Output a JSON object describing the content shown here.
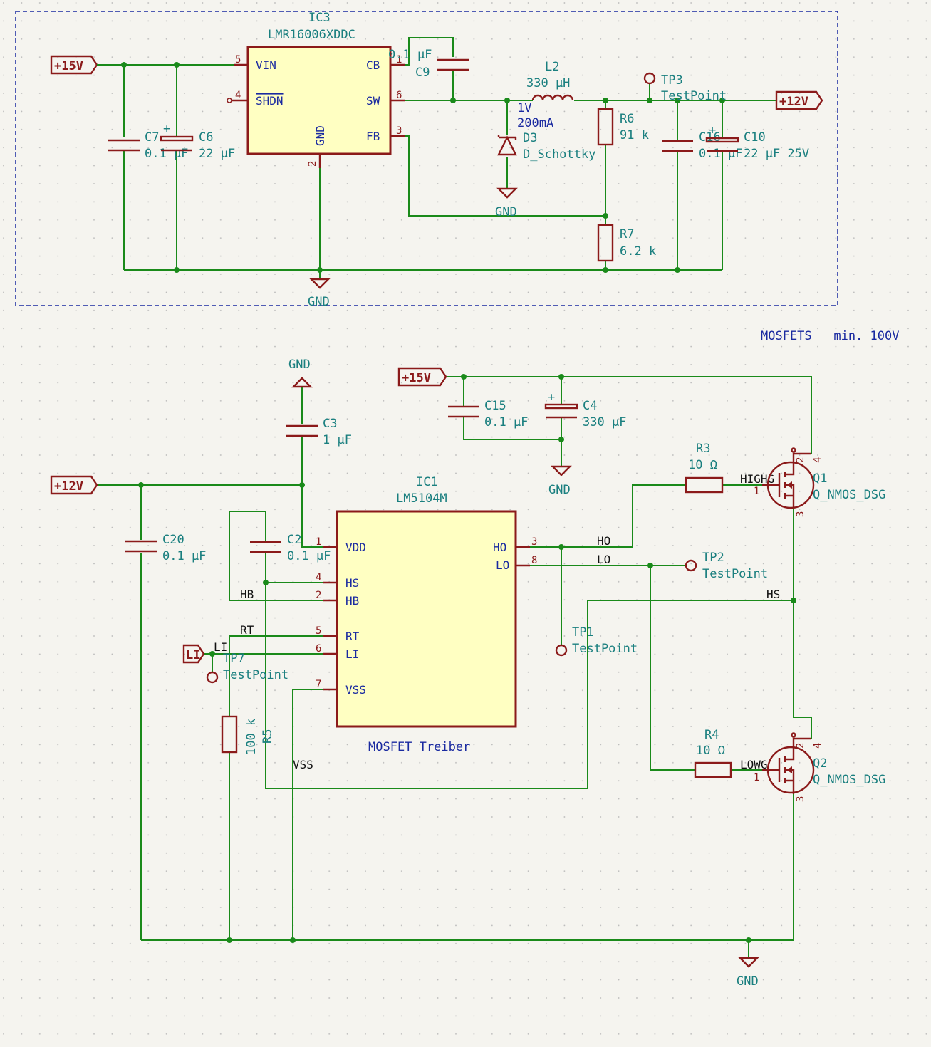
{
  "notes": {
    "mosfets": "MOSFETS   min. 100V",
    "driver": "MOSFET Treiber",
    "diode_rating": "1V",
    "diode_current": "200mA"
  },
  "power": {
    "p15_top": "+15V",
    "p12_out": "+12V",
    "p15_bot": "+15V",
    "p12_in": "+12V",
    "li": "LI"
  },
  "gnd": {
    "main": "GND",
    "diode": "GND",
    "c3": "GND",
    "c4": "GND",
    "bottom": "GND"
  },
  "ic3": {
    "ref": "IC3",
    "value": "LMR16006XDDC",
    "pins": {
      "vin": "VIN",
      "shdn": "SHDN",
      "gnd": "GND",
      "cb": "CB",
      "sw": "SW",
      "fb": "FB"
    },
    "pin_numbers": {
      "vin": "5",
      "shdn": "4",
      "gnd": "2",
      "cb": "1",
      "sw": "6",
      "fb": "3"
    }
  },
  "ic1": {
    "ref": "IC1",
    "value": "LM5104M",
    "pins": {
      "vdd": "VDD",
      "hs": "HS",
      "hb": "HB",
      "rt": "RT",
      "li": "LI",
      "vss": "VSS",
      "ho": "HO",
      "lo": "LO"
    },
    "pin_numbers": {
      "vdd": "1",
      "hs": "4",
      "hb": "2",
      "rt": "5",
      "li": "6",
      "vss": "7",
      "ho": "3",
      "lo": "8"
    }
  },
  "parts": {
    "c7": {
      "ref": "C7",
      "value": "0.1 µF"
    },
    "c6": {
      "ref": "C6",
      "value": "22 µF"
    },
    "c9": {
      "ref": "C9",
      "value": "0.1 µF"
    },
    "l2": {
      "ref": "L2",
      "value": "330 µH"
    },
    "d3": {
      "ref": "D3",
      "value": "D_Schottky"
    },
    "r6": {
      "ref": "R6",
      "value": "91 k"
    },
    "r7": {
      "ref": "R7",
      "value": "6.2 k"
    },
    "tp3": {
      "ref": "TP3",
      "value": "TestPoint"
    },
    "c16": {
      "ref": "C16",
      "value": "0.1 µF"
    },
    "c10": {
      "ref": "C10",
      "value": "22 µF 25V"
    },
    "c3": {
      "ref": "C3",
      "value": "1 µF"
    },
    "c15": {
      "ref": "C15",
      "value": "0.1 µF"
    },
    "c4": {
      "ref": "C4",
      "value": "330 µF"
    },
    "c20": {
      "ref": "C20",
      "value": "0.1 µF"
    },
    "c2": {
      "ref": "C2",
      "value": "0.1 µF"
    },
    "r3": {
      "ref": "R3",
      "value": "10 Ω"
    },
    "r4": {
      "ref": "R4",
      "value": "10 Ω"
    },
    "q1": {
      "ref": "Q1",
      "value": "Q_NMOS_DSG"
    },
    "q2": {
      "ref": "Q2",
      "value": "Q_NMOS_DSG"
    },
    "tp1": {
      "ref": "TP1",
      "value": "TestPoint"
    },
    "tp2": {
      "ref": "TP2",
      "value": "TestPoint"
    },
    "tp7": {
      "ref": "TP7",
      "value": "TestPoint"
    },
    "r5": {
      "ref": "R5",
      "value": "100 k"
    }
  },
  "mosfet_pins": {
    "g": "1",
    "d": "2",
    "s": "3",
    "tab": "4"
  },
  "nets": {
    "ho": "HO",
    "lo": "LO",
    "hs": "HS",
    "hb": "HB",
    "rt": "RT",
    "li": "LI",
    "vss": "VSS",
    "highg": "HIGHG",
    "lowg": "LOWG"
  }
}
